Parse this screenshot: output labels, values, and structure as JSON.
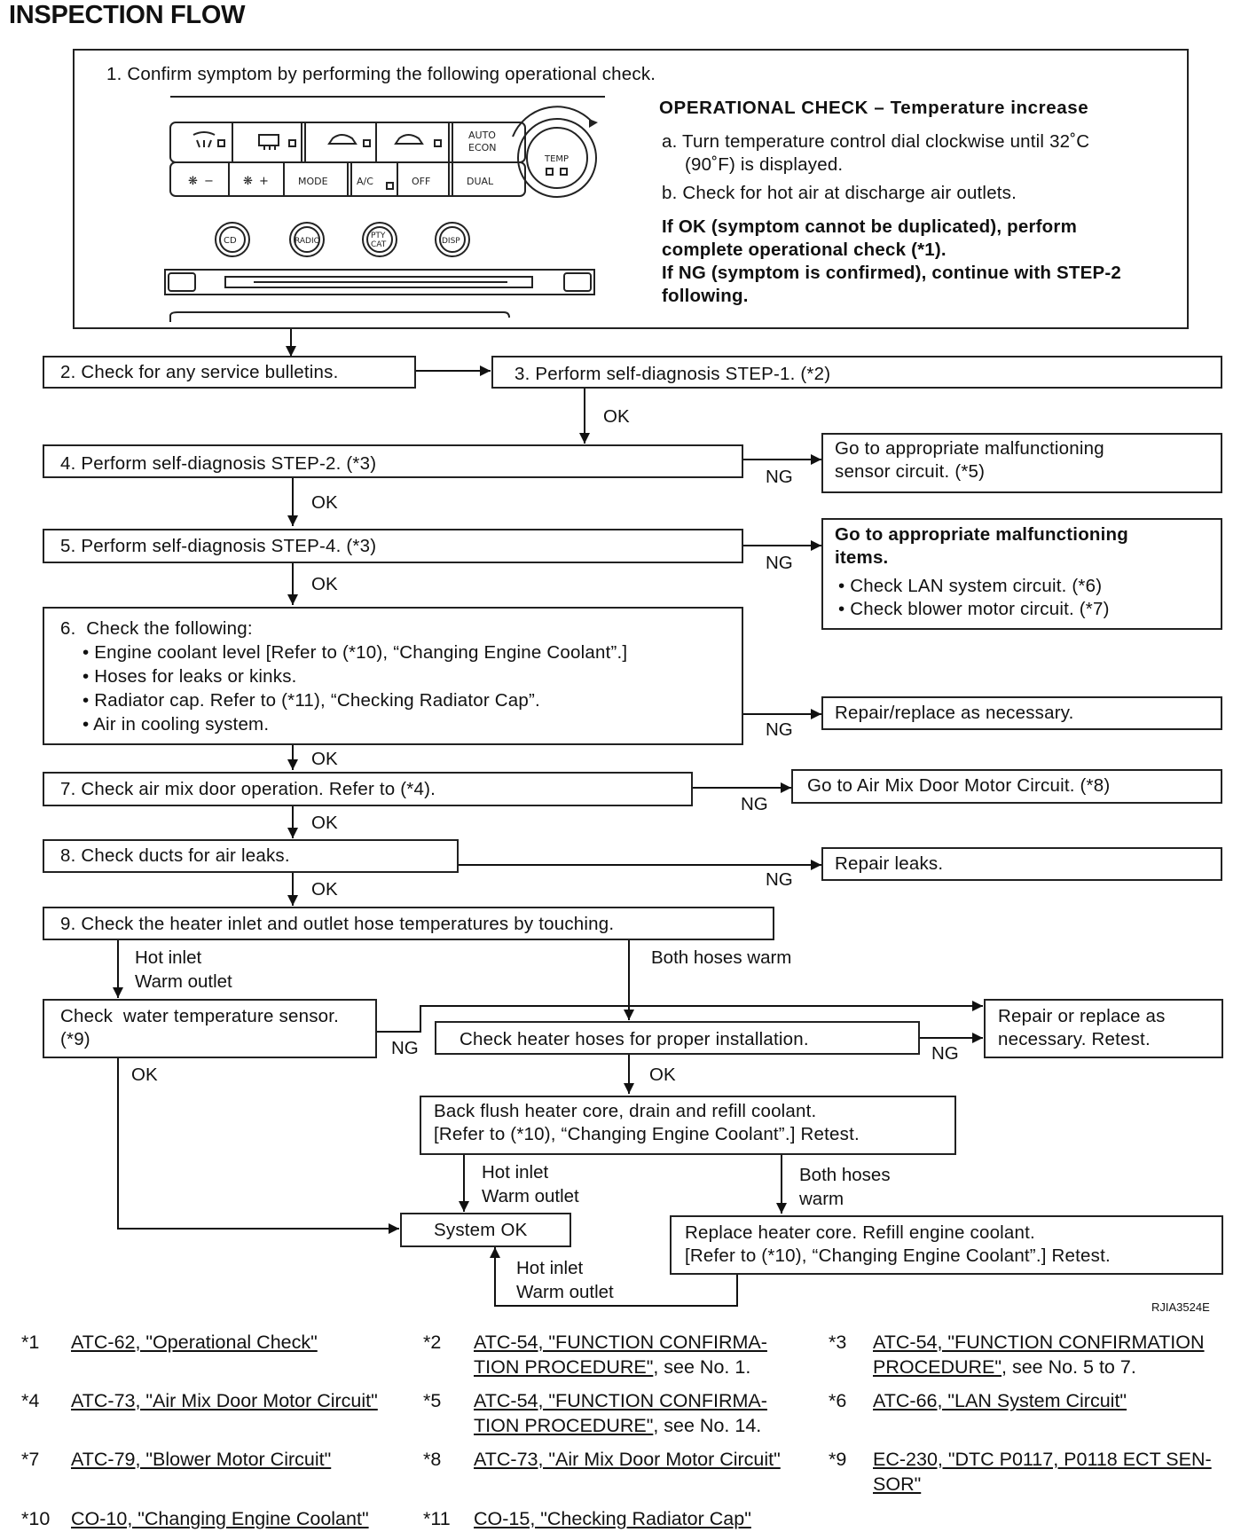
{
  "page": {
    "title": "INSPECTION FLOW",
    "figure_code": "RJIA3524E"
  },
  "step1": {
    "text": "1. Confirm symptom by performing the following operational check.",
    "check_title": "OPERATIONAL CHECK – Temperature increase",
    "item_a1": "a. Turn temperature control dial clockwise until 32˚C",
    "item_a2": "(90˚F) is displayed.",
    "item_b": "b. Check for hot air at discharge air outlets.",
    "ok_line1": "If OK (symptom cannot be duplicated), perform",
    "ok_line2": "complete operational check (*1).",
    "ng_line1": "If NG (symptom is confirmed), continue with STEP-2",
    "ng_line2": "following."
  },
  "panel": {
    "auto1": "AUTO",
    "auto2": "ECON",
    "temp": "TEMP",
    "fan_down": "−",
    "fan_up": "+",
    "mode": "MODE",
    "ac": "A/C",
    "off": "OFF",
    "dual": "DUAL",
    "cd": "CD",
    "radio": "RADIO",
    "pty1": "PTY",
    "pty2": "CAT",
    "disp": "DISP"
  },
  "steps": {
    "s2": "2. Check for any service bulletins.",
    "s3": "3. Perform self-diagnosis STEP-1. (*2)",
    "s4": "4. Perform self-diagnosis STEP-2. (*3)",
    "s4_ng1": "Go to appropriate malfunctioning",
    "s4_ng2": "sensor circuit. (*5)",
    "s5": "5. Perform self-diagnosis STEP-4. (*3)",
    "s5_ng1": "Go to appropriate malfunctioning",
    "s5_ng2": "items.",
    "s5_ng3": "• Check LAN system circuit. (*6)",
    "s5_ng4": "• Check blower motor circuit. (*7)",
    "s6_0": "6.  Check the following:",
    "s6_1": "• Engine coolant level [Refer to (*10), “Changing Engine Coolant”.]",
    "s6_2": "• Hoses for leaks or kinks.",
    "s6_3": "• Radiator cap. Refer to (*11), “Checking Radiator Cap”.",
    "s6_4": "• Air in cooling system.",
    "s6_ng": "Repair/replace as necessary.",
    "s7": "7. Check air mix door operation. Refer to (*4).",
    "s7_ng": "Go to Air Mix Door Motor Circuit. (*8)",
    "s8": "8. Check ducts for air leaks.",
    "s8_ng": "Repair leaks.",
    "s9": "9. Check the heater inlet and outlet hose temperatures by touching.",
    "wts1": "Check  water temperature sensor.",
    "wts2": "(*9)",
    "hoses": "Check heater hoses for proper installation.",
    "repair1": "Repair or replace as",
    "repair2": "necessary. Retest.",
    "flush1": "Back flush heater core, drain and refill coolant.",
    "flush2": "[Refer to (*10), “Changing Engine Coolant”.] Retest.",
    "system_ok": "System OK",
    "replace1": "Replace heater core. Refill engine coolant.",
    "replace2": "[Refer to (*10), “Changing Engine Coolant”.] Retest."
  },
  "labels": {
    "ok": "OK",
    "ng": "NG",
    "hot_inlet": "Hot inlet",
    "warm_outlet": "Warm outlet",
    "both_hoses_warm": "Both hoses warm",
    "both_hoses": "Both hoses",
    "warm": "warm"
  },
  "footnotes": [
    {
      "mark": "*1",
      "line1": "ATC-62, \"Operational Check\"",
      "rest1": "",
      "line2": "",
      "rest2": ""
    },
    {
      "mark": "*2",
      "line1": "ATC-54, \"FUNCTION CONFIRMA-",
      "rest1": "",
      "line2": "TION PROCEDURE\"",
      "rest2": ", see No. 1."
    },
    {
      "mark": "*3",
      "line1": "ATC-54, \"FUNCTION CONFIRMATION",
      "rest1": "",
      "line2": "PROCEDURE\"",
      "rest2": ", see No. 5 to 7."
    },
    {
      "mark": "*4",
      "line1": "ATC-73, \"Air Mix Door Motor Circuit\"",
      "rest1": "",
      "line2": "",
      "rest2": ""
    },
    {
      "mark": "*5",
      "line1": "ATC-54, \"FUNCTION CONFIRMA-",
      "rest1": "",
      "line2": "TION PROCEDURE\"",
      "rest2": ", see No. 14."
    },
    {
      "mark": "*6",
      "line1": "ATC-66, \"LAN System Circuit\"",
      "rest1": "",
      "line2": "",
      "rest2": ""
    },
    {
      "mark": "*7",
      "line1": "ATC-79, \"Blower Motor Circuit\"",
      "rest1": "",
      "line2": "",
      "rest2": ""
    },
    {
      "mark": "*8",
      "line1": "ATC-73, \"Air Mix Door Motor Circuit\"",
      "rest1": "",
      "line2": "",
      "rest2": ""
    },
    {
      "mark": "*9",
      "line1": "EC-230, \"DTC P0117, P0118 ECT SEN-",
      "rest1": "",
      "line2": "SOR\"",
      "rest2": ""
    },
    {
      "mark": "*10",
      "line1": "CO-10, \"Changing Engine Coolant\"",
      "rest1": "",
      "line2": "",
      "rest2": ""
    },
    {
      "mark": "*11",
      "line1": "CO-15, \"Checking Radiator Cap\"",
      "rest1": "",
      "line2": "",
      "rest2": ""
    }
  ]
}
